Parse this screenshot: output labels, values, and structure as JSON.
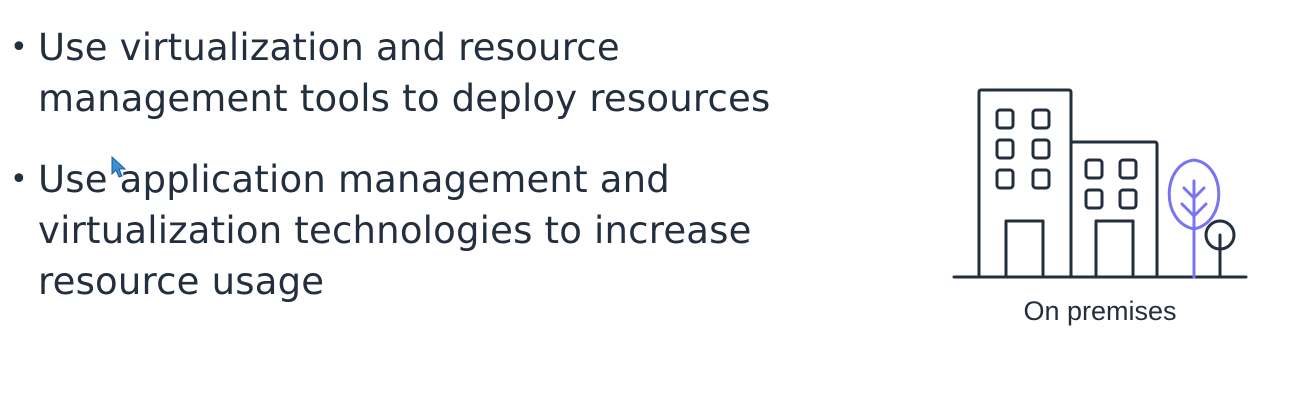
{
  "slide": {
    "bullets": [
      {
        "text": "Use virtualization and resource\nmanagement tools to deploy resources"
      },
      {
        "text": "Use application management and\nvirtualization technologies to increase\nresource usage"
      }
    ],
    "bullet_glyph": "•",
    "illustration": {
      "icon": "on-premises-buildings-icon",
      "caption": "On premises",
      "colors": {
        "stroke": "#232f3e",
        "tree_accent": "#7b74f2"
      }
    }
  }
}
